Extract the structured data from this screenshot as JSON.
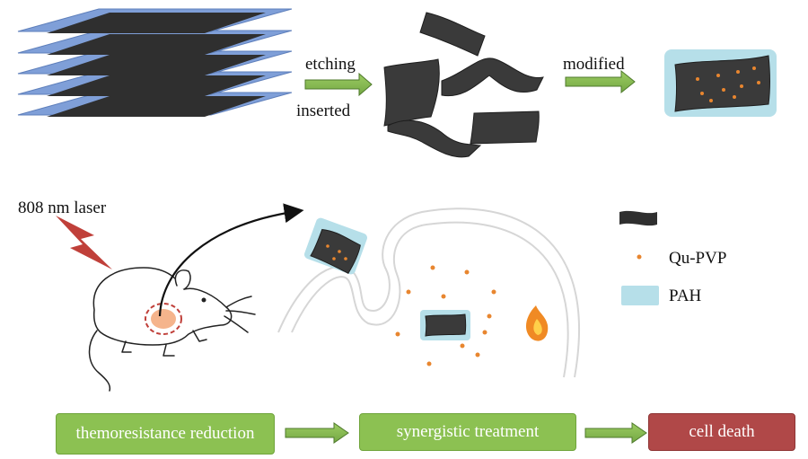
{
  "steps": {
    "etching": "etching",
    "inserted": "inserted",
    "modified": "modified",
    "laser": "808 nm laser"
  },
  "legend": {
    "qu_pvp": "Qu-PVP",
    "pah": "PAH"
  },
  "flow": {
    "step1": "themoresistance reduction",
    "step2": "synergistic treatment",
    "step3": "cell death"
  },
  "colors": {
    "sheet_dark": "#2f2f2f",
    "sheet_blue": "#7f9fd8",
    "arrow_green": "#79b04b",
    "pah_blue": "#b6dfe9",
    "qu_pvp_dot": "#e8862f",
    "box_green": "#8cc152",
    "box_red": "#b04848",
    "laser_red": "#c0403a"
  }
}
